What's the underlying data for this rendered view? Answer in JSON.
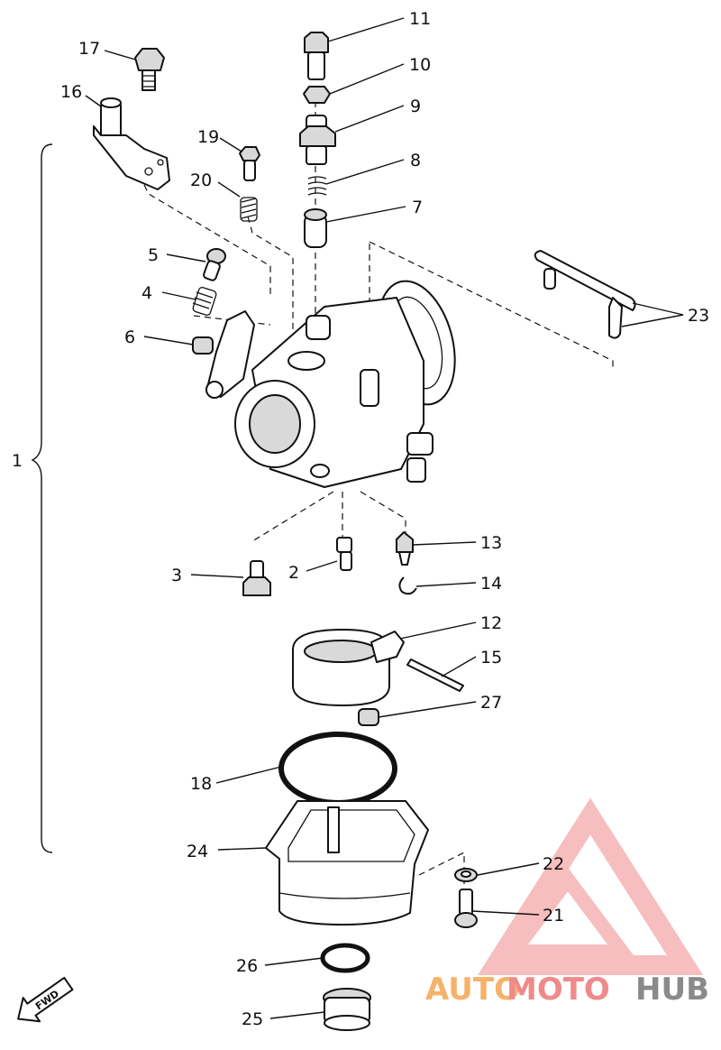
{
  "diagram": {
    "callouts": [
      {
        "id": "1",
        "label": "1"
      },
      {
        "id": "2",
        "label": "2"
      },
      {
        "id": "3",
        "label": "3"
      },
      {
        "id": "4",
        "label": "4"
      },
      {
        "id": "5",
        "label": "5"
      },
      {
        "id": "6",
        "label": "6"
      },
      {
        "id": "7",
        "label": "7"
      },
      {
        "id": "8",
        "label": "8"
      },
      {
        "id": "9",
        "label": "9"
      },
      {
        "id": "10",
        "label": "10"
      },
      {
        "id": "11",
        "label": "11"
      },
      {
        "id": "12",
        "label": "12"
      },
      {
        "id": "13",
        "label": "13"
      },
      {
        "id": "14",
        "label": "14"
      },
      {
        "id": "15",
        "label": "15"
      },
      {
        "id": "16",
        "label": "16"
      },
      {
        "id": "17",
        "label": "17"
      },
      {
        "id": "18",
        "label": "18"
      },
      {
        "id": "19",
        "label": "19"
      },
      {
        "id": "20",
        "label": "20"
      },
      {
        "id": "21",
        "label": "21"
      },
      {
        "id": "22",
        "label": "22"
      },
      {
        "id": "23",
        "label": "23"
      },
      {
        "id": "24",
        "label": "24"
      },
      {
        "id": "25",
        "label": "25"
      },
      {
        "id": "26",
        "label": "26"
      },
      {
        "id": "27",
        "label": "27"
      }
    ],
    "direction_arrow": "FWD"
  },
  "watermark": {
    "part1": "AUTO",
    "part2": "MOTO",
    "part3": "HUB",
    "colors": {
      "auto": "#f5b26a",
      "moto": "#f08a8a",
      "hub": "#8a8a8a",
      "triangle": "#f08a8a"
    }
  }
}
